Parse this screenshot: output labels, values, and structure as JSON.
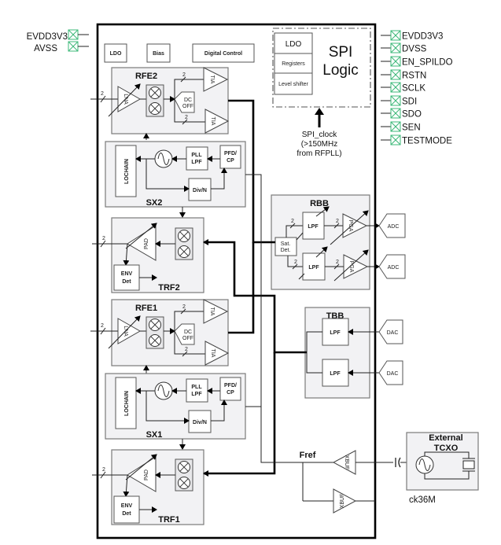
{
  "left_pins": [
    "EVDD3V3",
    "AVSS"
  ],
  "right_pins": [
    "EVDD3V3",
    "DVSS",
    "EN_SPILDO",
    "RSTN",
    "SCLK",
    "SDI",
    "SDO",
    "SEN",
    "TESTMODE"
  ],
  "top_blocks": {
    "ldo": "LDO",
    "bias": "Bias",
    "digital": "Digital Control"
  },
  "spi": {
    "title_line1": "SPI",
    "title_line2": "Logic",
    "items": [
      "LDO",
      "Registers",
      "Level shifter"
    ],
    "clock_line1": "SPI_clock",
    "clock_line2": "(>150MHz",
    "clock_line3": "from RFPLL)"
  },
  "rfe2": {
    "title": "RFE2",
    "lna": "LNA",
    "tia": "TIA",
    "dc1": "DC",
    "dc2": "OFF",
    "bus": "2"
  },
  "rfe1": {
    "title": "RFE1",
    "lna": "LNA",
    "tia": "TIA",
    "dc1": "DC",
    "dc2": "OFF",
    "bus": "2"
  },
  "sx2": {
    "title": "SX2",
    "lochain": "LOCHAIN",
    "pll1": "PLL",
    "pll2": "LPF",
    "pfd1": "PFD/",
    "pfd2": "CP",
    "div": "Div/N"
  },
  "sx1": {
    "title": "SX1",
    "lochain": "LOCHAIN",
    "pll1": "PLL",
    "pll2": "LPF",
    "pfd1": "PFD/",
    "pfd2": "CP",
    "div": "Div/N"
  },
  "trf2": {
    "title": "TRF2",
    "pad": "PAD",
    "env1": "ENV",
    "env2": "Det",
    "bus": "2"
  },
  "trf1": {
    "title": "TRF1",
    "pad": "PAD",
    "env1": "ENV",
    "env2": "Det",
    "bus": "2"
  },
  "rbb": {
    "title": "RBB",
    "sat1": "Sat.",
    "sat2": "Det.",
    "lpf": "LPF",
    "pga": "PGA",
    "adc": "ADC",
    "bus": "2"
  },
  "tbb": {
    "title": "TBB",
    "lpf": "LPF",
    "dac": "DAC"
  },
  "fref": {
    "label": "Fref",
    "xbuf": "XBUF"
  },
  "tcxo": {
    "title1": "External",
    "title2": "TCXO",
    "freq": "ck36M"
  }
}
